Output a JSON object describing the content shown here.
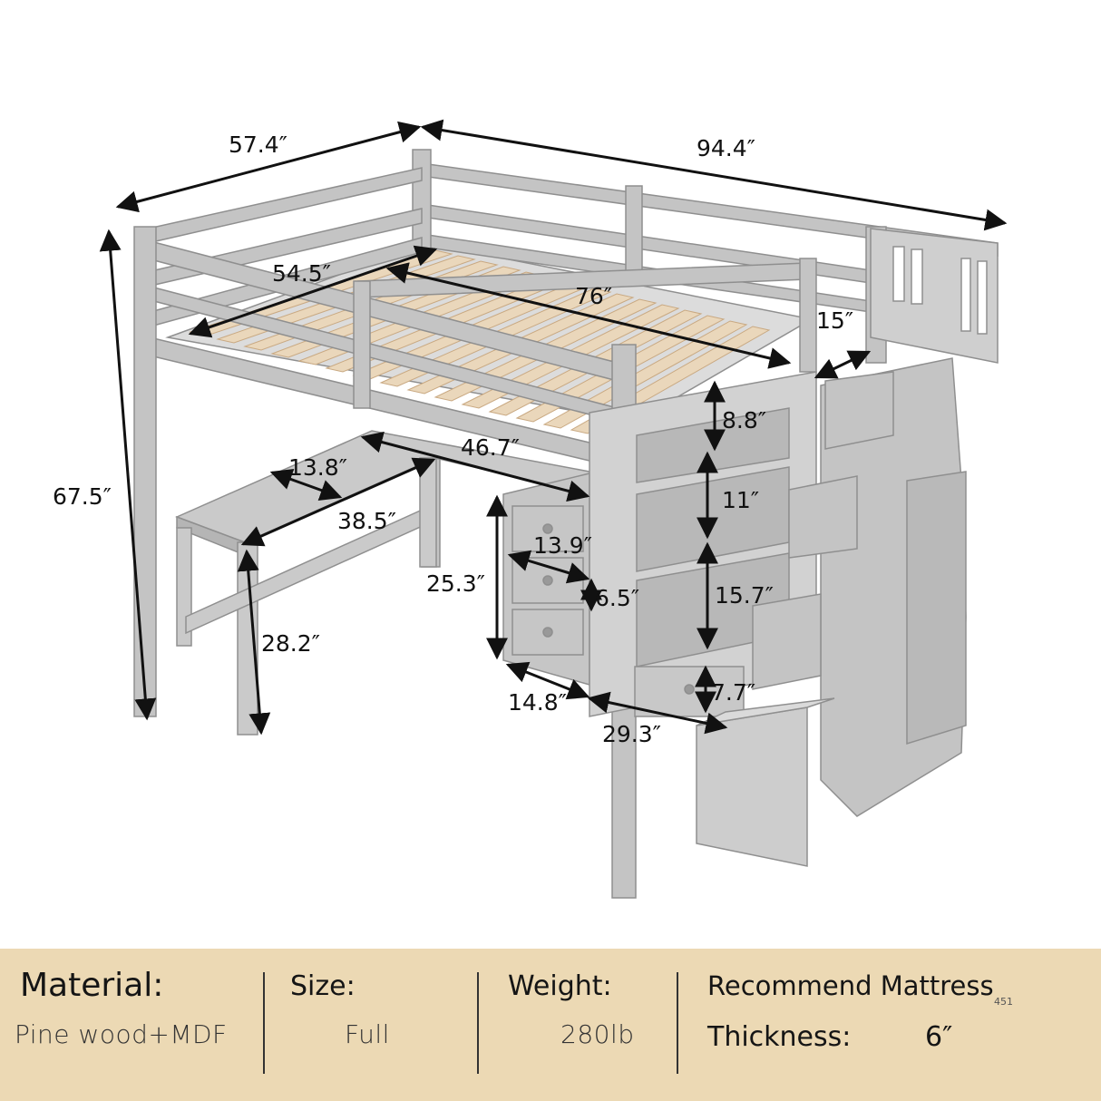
{
  "dimensions": {
    "width": "57.4″",
    "length": "94.4″",
    "height": "67.5″",
    "bed_width": "54.5″",
    "bed_length": "76″",
    "guard_gap": "15″",
    "rail_clear": "8.8″",
    "desk_depth": "13.8″",
    "desk_long": "46.7″",
    "desk_short": "38.5″",
    "desk_height": "28.2″",
    "cab_height": "25.3″",
    "drawer_width": "13.9″",
    "drawer_height": "6.5″",
    "cab_depth": "14.8″",
    "cab_width": "29.3″",
    "shelf_top": "11″",
    "shelf_bottom": "15.7″",
    "low_drawer": "7.7″"
  },
  "specs": {
    "material_label": "Material:",
    "material_value": "Pine wood+MDF",
    "size_label": "Size:",
    "size_value": "Full",
    "weight_label": "Weight:",
    "weight_value": "280lb",
    "mattress_label": "Recommend Mattress",
    "thickness_label": "Thickness:",
    "thickness_value": "6″",
    "page_number": "451"
  },
  "colors": {
    "frame": "#c2c2c2",
    "frame_dark": "#9c9c9c",
    "slat": "#ead7bb",
    "spec_bg": "#ecd9b4"
  }
}
